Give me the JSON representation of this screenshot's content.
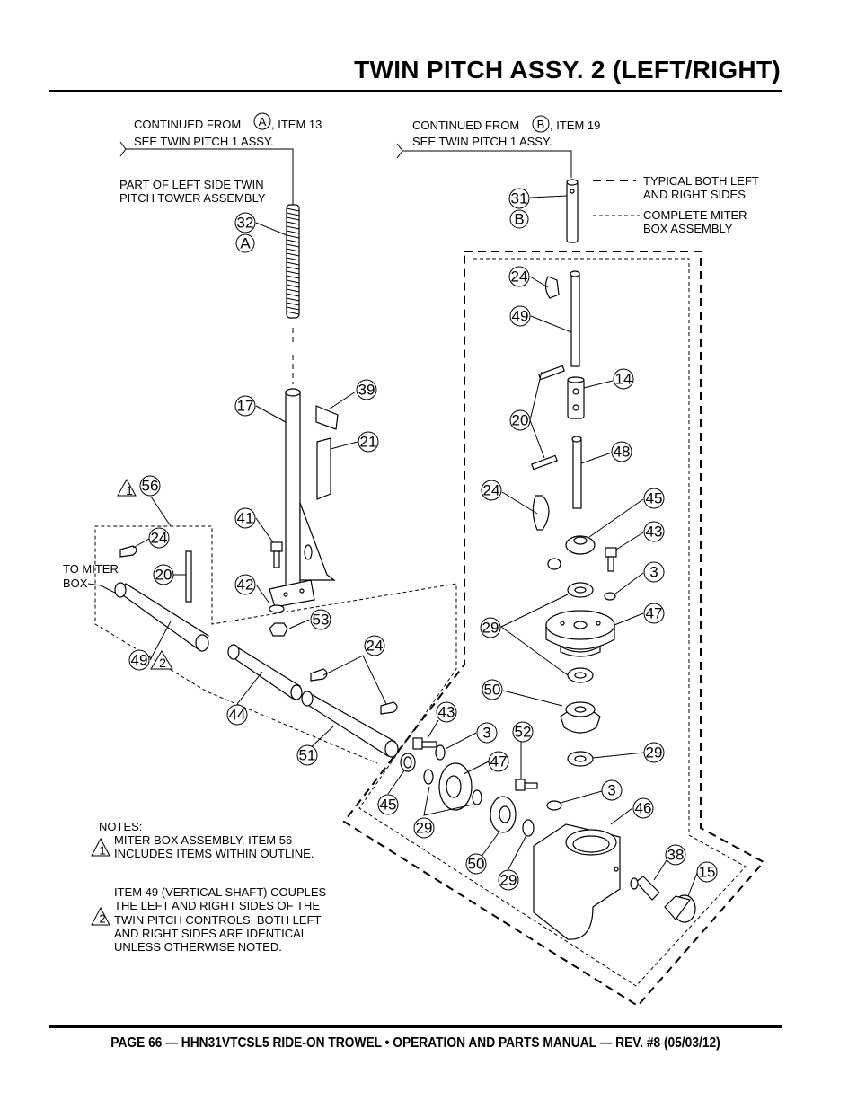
{
  "header": {
    "title": "TWIN PITCH ASSY. 2 (LEFT/RIGHT)"
  },
  "footer": {
    "text": "PAGE 66 — HHN31VTCSL5 RIDE-ON TROWEL • OPERATION AND PARTS MANUAL — REV. #8 (05/03/12)"
  },
  "annotations": {
    "continued_a_1": "CONTINUED FROM",
    "continued_a_2": ", ITEM 13",
    "continued_a_3": "SEE TWIN PITCH 1 ASSY.",
    "continued_b_1": "CONTINUED FROM",
    "continued_b_2": ", ITEM 19",
    "continued_b_3": "SEE  TWIN PITCH 1 ASSY.",
    "part_of_left_1": "PART OF LEFT SIDE TWIN",
    "part_of_left_2": "PITCH TOWER ASSEMBLY",
    "to_miter_1": "TO MITER",
    "to_miter_2": "BOX",
    "letter_a": "A",
    "letter_b": "B"
  },
  "legend": {
    "typical_1": "TYPICAL BOTH LEFT",
    "typical_2": "AND RIGHT SIDES",
    "complete_1": "COMPLETE MITER",
    "complete_2": "BOX ASSEMBLY"
  },
  "notes": {
    "heading": "NOTES:",
    "note1_num": "1",
    "note1_lines": [
      "MITER BOX ASSEMBLY, ITEM 56",
      "INCLUDES ITEMS WITHIN OUTLINE."
    ],
    "note2_num": "2",
    "note2_lines": [
      "ITEM 49 (VERTICAL SHAFT) COUPLES",
      "THE LEFT AND RIGHT SIDES OF THE",
      "TWIN PITCH CONTROLS. BOTH LEFT",
      "AND RIGHT SIDES ARE IDENTICAL",
      "UNLESS OTHERWISE NOTED."
    ]
  },
  "callouts": {
    "c32": "32",
    "c17": "17",
    "c39": "39",
    "c21": "21",
    "c41": "41",
    "c42": "42",
    "c53": "53",
    "c56": "56",
    "c24a": "24",
    "c20a": "20",
    "c49a": "49",
    "c44": "44",
    "c24b": "24",
    "c51": "51",
    "c43a": "43",
    "c3a": "3",
    "c47a": "47",
    "c45a": "45",
    "c29a": "29",
    "c50a": "50",
    "c29b": "29",
    "c52": "52",
    "c31": "31",
    "c24c": "24",
    "c49b": "49",
    "c14": "14",
    "c20b": "20",
    "c48": "48",
    "c24d": "24",
    "c45b": "45",
    "c43b": "43",
    "c3b": "3",
    "c47b": "47",
    "c29c": "29",
    "c50b": "50",
    "c29d": "29",
    "c3c": "3",
    "c46": "46",
    "c38": "38",
    "c15": "15"
  }
}
